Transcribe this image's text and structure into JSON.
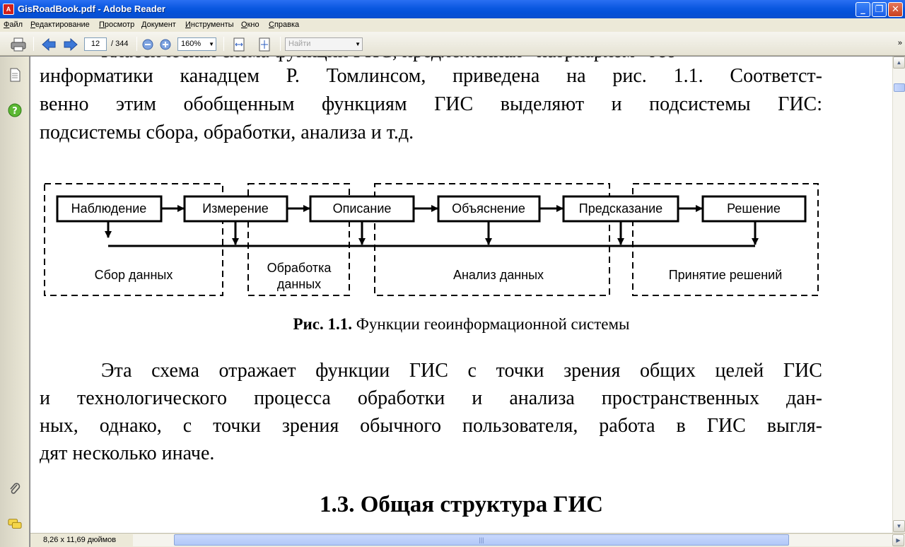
{
  "window": {
    "title": "GisRoadBook.pdf - Adobe Reader",
    "app_icon_glyph": "A",
    "buttons": {
      "minimize": "_",
      "maximize": "❐",
      "close": "✕"
    }
  },
  "menu": {
    "items": [
      "Файл",
      "Редактирование",
      "Просмотр",
      "Документ",
      "Инструменты",
      "Окно",
      "Справка"
    ]
  },
  "toolbar": {
    "current_page": "12",
    "total_pages": "/ 344",
    "zoom": "160%",
    "search_placeholder": "Найти",
    "dropdown_arrow": "▼",
    "grip": "»",
    "icons": [
      "printer-icon",
      "previous-page-icon",
      "next-page-icon",
      "zoom-out-icon",
      "zoom-in-icon",
      "fit-width-icon",
      "fit-page-icon"
    ]
  },
  "nav_pane": {
    "icons": [
      "pages-icon",
      "help-icon",
      "attachments-icon",
      "comments-icon"
    ]
  },
  "document": {
    "lines_top": [
      "Классическая схема функций ГИС, предложенная «патриархом» гео-",
      "информатики канадцем Р. Томлинсом, приведена на рис. 1.1. Соответст-",
      "венно этим обобщенным функциям ГИС выделяют и подсистемы ГИС:",
      "подсистемы сбора, обработки, анализа и т.д."
    ],
    "diagram": {
      "process_boxes": [
        "Наблюдение",
        "Измерение",
        "Описание",
        "Объяснение",
        "Предсказание",
        "Решение"
      ],
      "groups": [
        "Сбор данных",
        "Обработка",
        "данных",
        "Анализ данных",
        "Принятие решений"
      ]
    },
    "caption_bold": "Рис. 1.1.",
    "caption_text": " Функции геоинформационной системы",
    "lines_bottom": [
      "Эта схема отражает функции ГИС с точки зрения общих целей ГИС",
      "и технологического процесса обработки и анализа пространственных дан-",
      "ных, однако, с точки зрения обычного пользователя, работа в ГИС выгля-",
      "дят несколько иначе."
    ],
    "section_title": "1.3. Общая структура ГИС"
  },
  "status": {
    "page_size": "8,26 x 11,69 дюймов"
  },
  "scroll": {
    "up": "▲",
    "down": "▼",
    "left": "◀",
    "right": "▶",
    "grip": "|||"
  },
  "colors": {
    "title_bar": "#0a58e0",
    "chrome": "#ece9d8",
    "nav_pane": "#d6d3c3"
  }
}
